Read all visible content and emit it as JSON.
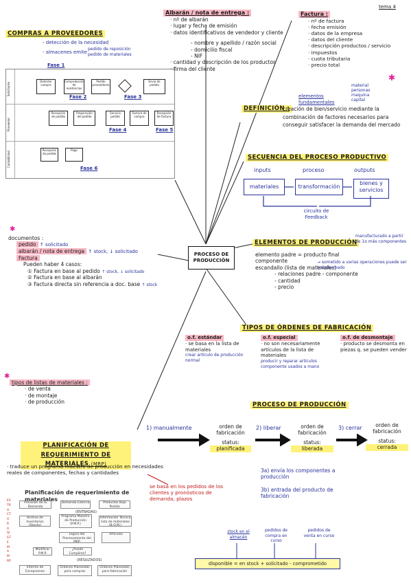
{
  "page_tag": "tema 4",
  "compras": {
    "title": "COMPRAS A PROVEEDORES",
    "notes": [
      "- detección de la necesidad",
      "- almacenes emite",
      "pedido de reposición",
      "pedido de materiales"
    ],
    "fases": [
      "Fase 1",
      "Fase 2",
      "Fase 3",
      "Fase 4",
      "Fase 5",
      "Fase 6"
    ],
    "lanes": [
      "Solicitante",
      "Proveedor",
      "Contabilidad"
    ],
    "diagram_boxes": [
      "Detectar compra",
      "Comprobación de existencias",
      "Pedido proveedores",
      "Envío de pedido",
      "Recepción de pedido",
      "Preparación del pedido",
      "Servicio pedido",
      "Factura de compra",
      "Recepción de factura",
      "Recepción de pedido",
      "Pago"
    ]
  },
  "albaran": {
    "title": "Albarán / nota de entrega :",
    "items": [
      "nº de albarán",
      "lugar y fecha de emisión",
      "datos identificativos de vendedor y cliente",
      "- nombre y apellido / razón social",
      "- domicilio fiscal",
      "- NIF",
      "cantidad y descripción de los productos",
      "firma del cliente"
    ]
  },
  "factura": {
    "title": "Factura :",
    "items": [
      "nº de factura",
      "fecha emisión",
      "datos de la empresa",
      "datos del cliente",
      "descripción productos / servicio",
      "impuestos",
      "cuota tributaria",
      "precio total"
    ]
  },
  "definicion": {
    "title": "DEFINICIÓN :",
    "text": "creación de bien/servicio mediante la combinación de factores necesarios para conseguir satisfacer la demanda del mercado",
    "elementos_label": "elementos fundamentales",
    "elementos": [
      "material",
      "personas",
      "maquina",
      "capital"
    ]
  },
  "secuencia": {
    "title": "SECUENCIA DEL PROCESO PRODUCTIVO",
    "headers": [
      "inputs",
      "proceso",
      "outputs"
    ],
    "boxes": [
      "materiales",
      "transformación",
      "bienes y servicios"
    ],
    "feedback": "circuito de Feedback"
  },
  "center": {
    "label": "PROCESO DE PRODUCCIÓN"
  },
  "elementos": {
    "title": "ELEMENTOS DE PRODUCCIÓN",
    "items": [
      "elemento padre = producto final",
      "componente",
      "escandallo (lista de materiales)",
      "- relaciones padre - componente",
      "- cantidad",
      "- precio"
    ],
    "notes": [
      "manufacturado a partir de 1o más componentes",
      "→ sometido a varias operaciones puede ser transformado"
    ]
  },
  "documentos": {
    "title": "documentos :",
    "items": [
      "pedido",
      "albarán / nota de entrega",
      "Factura"
    ],
    "notes": [
      "↑ solicitado",
      "↑ stock, ↓ solicitado"
    ],
    "casos_intro": "Pueden haber 4 casos:",
    "casos": [
      "Factura en base al pedido",
      "Factura en base al albarán",
      "Factura directa sin referencia a doc. base"
    ],
    "casos_notes": [
      "↑ stock, ↓ solicitado",
      "↑ stock"
    ]
  },
  "tipos_ordenes": {
    "title": "TIPOS DE ÓRDENES DE FABRICACIÓN",
    "cols": [
      {
        "head": "o.f. estándar",
        "text": "· se basa en la lista de materiales",
        "note": "crear artículo de producción normal"
      },
      {
        "head": "o.f. especial",
        "text": "· no son necesariamente artículos de la lista de materiales",
        "note": "producir y reparar artículos componente usados a mano"
      },
      {
        "head": "o.f. de desmontaje",
        "text": "· producto se desmonta en piezas q. se pueden vender",
        "note": ""
      }
    ]
  },
  "listas": {
    "title": "tipos de listas de materiales :",
    "items": [
      "de venta",
      "de montaje",
      "de producción"
    ]
  },
  "proceso_prod": {
    "title": "PROCESO DE PRODUCCIÓN",
    "steps": [
      "1) manualmente",
      "2) liberar",
      "3) cerrar"
    ],
    "orden_label": "orden de fabricación",
    "status_label": "status:",
    "statuses": [
      "planificada",
      "liberada",
      "cerrada"
    ],
    "substeps": [
      "3a) envía los componentes a producción",
      "3b) entrada del producto de fabricación"
    ]
  },
  "mrp": {
    "title": "PLANIFICACIÓN DE REQUERIMIENTO DE MATERIALES",
    "abbr": "(MRP)",
    "desc": "· traduce un programa maestro de producción en necesidades reales de componentes, fechas y cantidades",
    "note": "se basa en los pedidos de los clientes y pronósticos de demanda, plazos",
    "image_title": "Planificación de requerimiento de materiales",
    "image_side": "ESTRUCTURA SISTEMA MRP",
    "image_boxes": [
      "Previsión de la Demanda",
      "Demanda Externa",
      "Productos Bajo Pedido",
      "(ENTRADAS)",
      "Archivo de Inventarios (Stocks)",
      "Programa Maestro de Producción (P.M.P.)",
      "Información Técnica lista de materiales (B.O.M.)",
      "Lógica del Procesamiento del MRP",
      "Artículos",
      "Modificar P.M.P.",
      "¿Puede Cumplirse?",
      "(RESULTADOS)",
      "Informe de Excepciones",
      "Órdenes Planeadas para compras",
      "Órdenes Planeadas para fabricación"
    ]
  },
  "disponible": {
    "formula": "disponible = en stock + solicitado - comprometido",
    "labels": [
      "stock en el almacén",
      "pedidos de compra en curso",
      "pedidos de venta en curso"
    ]
  }
}
